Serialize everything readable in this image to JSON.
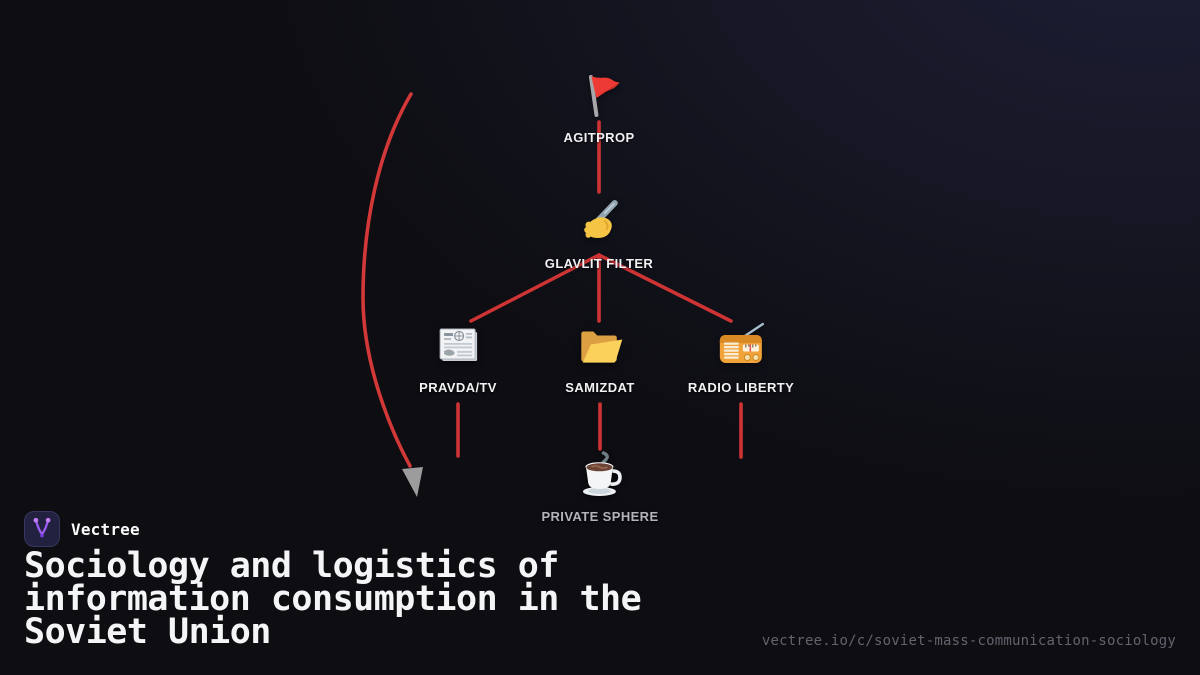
{
  "diagram": {
    "nodes": [
      {
        "id": "agitprop",
        "label": "AGITPROP",
        "icon": "red-flag-icon"
      },
      {
        "id": "glavlit",
        "label": "GLAVLIT FILTER",
        "icon": "writing-hand-icon"
      },
      {
        "id": "pravda",
        "label": "PRAVDA/TV",
        "icon": "newspaper-icon"
      },
      {
        "id": "samizdat",
        "label": "SAMIZDAT",
        "icon": "open-folder-icon"
      },
      {
        "id": "radio",
        "label": "RADIO LIBERTY",
        "icon": "radio-icon"
      },
      {
        "id": "private",
        "label": "PRIVATE SPHERE",
        "icon": "coffee-icon"
      }
    ],
    "edges": [
      {
        "from": "agitprop",
        "to": "glavlit"
      },
      {
        "from": "glavlit",
        "to": "pravda"
      },
      {
        "from": "glavlit",
        "to": "samizdat"
      },
      {
        "from": "glavlit",
        "to": "radio"
      },
      {
        "from": "samizdat",
        "to": "private"
      },
      {
        "from": "pravda",
        "to": null
      },
      {
        "from": "radio",
        "to": null
      }
    ],
    "annotation_arrow": {
      "shape": "curved-left-arc",
      "points_to": "down"
    }
  },
  "colors": {
    "edge": "#cf3434",
    "arrow": "#d23838",
    "arrowhead": "#9c9c9c",
    "label": "#f1f1f4",
    "label_dim": "#b3b3b9",
    "accent_purple": "#a express05ef0",
    "background": "#0d0d12"
  },
  "branding": {
    "name": "Vectree",
    "logo": "vectree-branch-icon"
  },
  "title": {
    "lines": [
      "Sociology and logistics of",
      "information consumption in the",
      "Soviet Union"
    ]
  },
  "footer": {
    "url": "vectree.io/c/soviet-mass-communication-sociology"
  }
}
